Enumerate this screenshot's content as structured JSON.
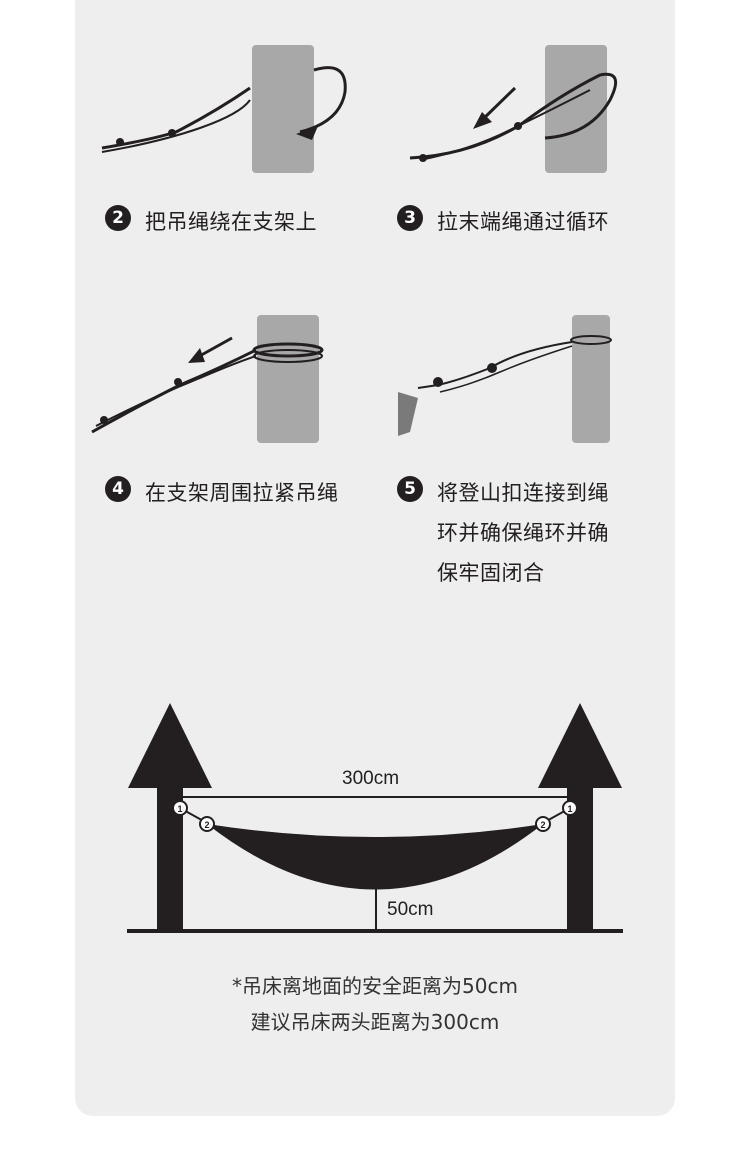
{
  "steps": [
    {
      "num": "2",
      "lines": [
        "把吊绳绕在支架上"
      ]
    },
    {
      "num": "3",
      "lines": [
        "拉末端绳通过循环"
      ]
    },
    {
      "num": "4",
      "lines": [
        "在支架周围拉紧吊绳"
      ]
    },
    {
      "num": "5",
      "lines": [
        "将登山扣连接到绳",
        "环并确保绳环并确",
        "保牢固闭合"
      ]
    }
  ],
  "diagram": {
    "width_label": "300cm",
    "height_label": "50cm",
    "markers": [
      "1",
      "2"
    ]
  },
  "notes": [
    "*吊床离地面的安全距离为50cm",
    "建议吊床两头距离为300cm"
  ],
  "colors": {
    "ink": "#231f20",
    "post": "#a8a8a8",
    "panel": "#eeeeee"
  }
}
